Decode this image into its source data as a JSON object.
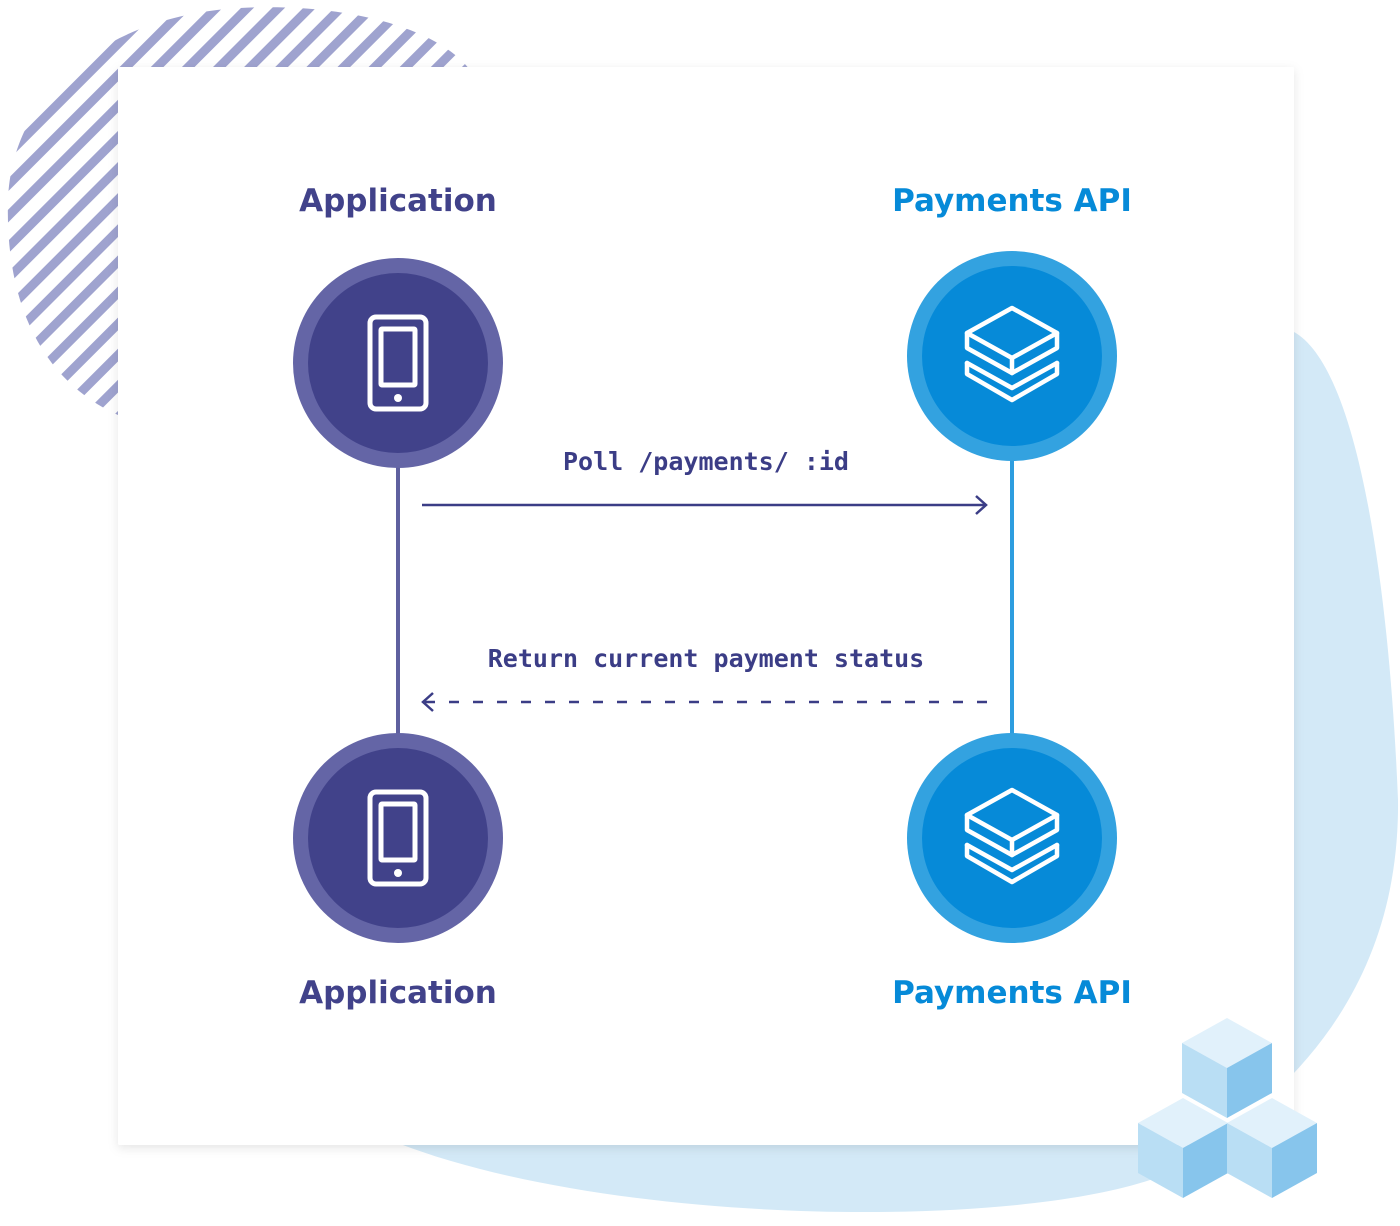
{
  "colors": {
    "application_dark": "#41428a",
    "application_ring": "#6465a6",
    "api_dark": "#068ad8",
    "api_ring": "#33a2e0",
    "application_lifeline": "#5f609f",
    "api_lifeline": "#2d9ddf",
    "message": "#3b3d86",
    "stripes": "#9fa3cf",
    "blob": "#d3e9f7",
    "cube_light": "#e1f1fb",
    "cube_mid": "#b9def4",
    "cube_dark": "#87c5ec"
  },
  "actors": {
    "app_top": {
      "label": "Application",
      "icon": "smartphone-icon"
    },
    "api_top": {
      "label": "Payments API",
      "icon": "layers-icon"
    },
    "app_bottom": {
      "label": "Application",
      "icon": "smartphone-icon"
    },
    "api_bottom": {
      "label": "Payments API",
      "icon": "layers-icon"
    }
  },
  "messages": {
    "request": {
      "label": "Poll /payments/ :id",
      "style": "solid"
    },
    "response": {
      "label": "Return current payment status",
      "style": "dashed"
    }
  },
  "decorations": {
    "top_left": "diagonal-stripes-blob",
    "right": "light-blue-blob",
    "bottom_right": "stacked-cubes-icon"
  }
}
